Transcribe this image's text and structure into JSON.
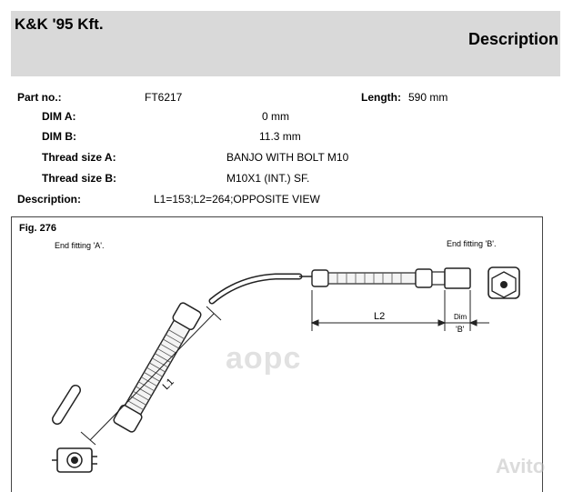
{
  "header": {
    "brand": "K&K '95 Kft.",
    "section_title": "Description"
  },
  "specs": {
    "part_no_label": "Part no.:",
    "part_no_value": "FT6217",
    "length_label": "Length:",
    "length_value": "590 mm",
    "dim_a_label": "DIM A:",
    "dim_a_value": "0 mm",
    "dim_b_label": "DIM B:",
    "dim_b_value": "11.3 mm",
    "thread_a_label": "Thread size A:",
    "thread_a_value": "BANJO WITH BOLT M10",
    "thread_b_label": "Thread size B:",
    "thread_b_value": "M10X1 (INT.) SF.",
    "description_label": "Description:",
    "description_value": "L1=153;L2=264;OPPOSITE VIEW"
  },
  "figure": {
    "title": "Fig. 276",
    "end_fitting_a": "End fitting 'A'.",
    "end_fitting_b": "End fitting 'B'.",
    "dim_l1": "L1",
    "dim_l2": "L2",
    "dim_label": "Dim",
    "dim_b_marker": "'B'"
  },
  "watermarks": {
    "logo": "аорс",
    "site": "Avito"
  }
}
